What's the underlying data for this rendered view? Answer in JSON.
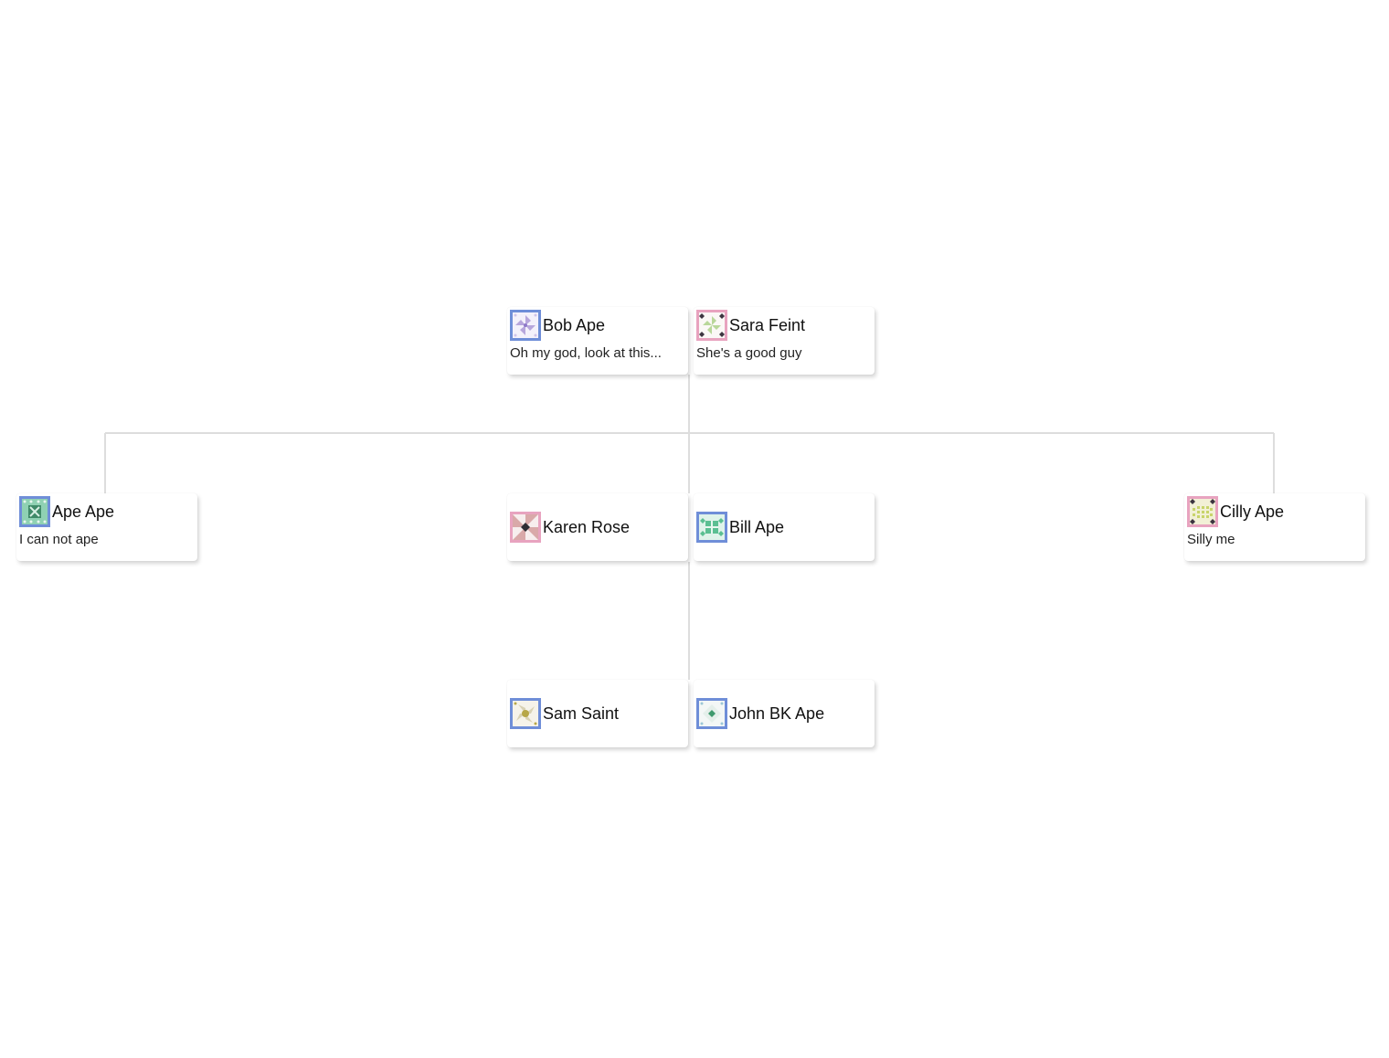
{
  "people": [
    {
      "id": "bob",
      "name": "Bob Ape",
      "note": "Oh my god, look at this...",
      "avatar_frame": "#6f8ed8",
      "avatar_pattern": "pinwheel-lavender"
    },
    {
      "id": "sara",
      "name": "Sara Feint",
      "note": "She's a good guy",
      "avatar_frame": "#e8a3bf",
      "avatar_pattern": "pinwheel-green"
    },
    {
      "id": "apeape",
      "name": "Ape Ape",
      "note": "I can not ape",
      "avatar_frame": "#6f8ed8",
      "avatar_pattern": "teal-x-block"
    },
    {
      "id": "karen",
      "name": "Karen Rose",
      "note": "",
      "avatar_frame": "#e8a3bf",
      "avatar_pattern": "star-pink"
    },
    {
      "id": "bill",
      "name": "Bill Ape",
      "note": "",
      "avatar_frame": "#6f8ed8",
      "avatar_pattern": "green-lattice"
    },
    {
      "id": "cilly",
      "name": "Cilly Ape",
      "note": "Silly me",
      "avatar_frame": "#e8a3bf",
      "avatar_pattern": "yellow-grid"
    },
    {
      "id": "sam",
      "name": "Sam Saint",
      "note": "",
      "avatar_frame": "#6f8ed8",
      "avatar_pattern": "olive-flower"
    },
    {
      "id": "john",
      "name": "John BK Ape",
      "note": "",
      "avatar_frame": "#6f8ed8",
      "avatar_pattern": "green-diamond"
    }
  ],
  "families": [
    {
      "parents": [
        "bob",
        "sara"
      ],
      "children": [
        "apeape",
        "karen",
        "bill",
        "cilly"
      ]
    },
    {
      "parents": [
        "karen",
        "bill"
      ],
      "children": [
        "sam",
        "john"
      ]
    }
  ],
  "colors": {
    "connector": "#dddddd",
    "frame_male": "#6f8ed8",
    "frame_female": "#e8a3bf"
  }
}
